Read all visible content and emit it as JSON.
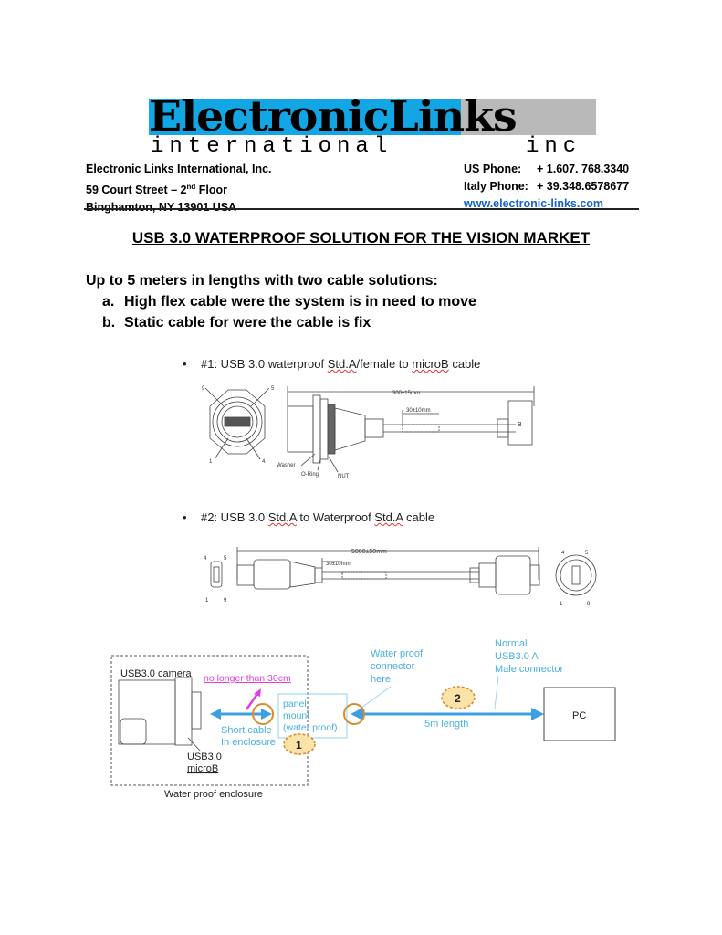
{
  "logo": {
    "word1": "Electronic",
    "word2": "Links",
    "sub": "international",
    "inc": "inc",
    "blue": "#12a6e4",
    "gray": "#b9b9b9"
  },
  "address": {
    "company": "Electronic Links International, Inc.",
    "street_pre": "59 Court Street – 2",
    "street_sup": "nd",
    "street_post": " Floor",
    "city": "Binghamton, NY 13901 USA"
  },
  "contact": {
    "us_label": "US Phone:",
    "us_phone": "+ 1.607. 768.3340",
    "italy_label": "Italy Phone:",
    "italy_phone": "+ 39.348.6578677",
    "website": "www.electronic-links.com"
  },
  "title": "USB 3.0  WATERPROOF SOLUTION FOR THE VISION MARKET",
  "intro": {
    "lead": "Up to 5 meters in lengths with two cable solutions:",
    "items": [
      {
        "marker": "a.",
        "text": "High flex cable were the system is in need to move"
      },
      {
        "marker": "b.",
        "text": "Static  cable for were  the cable is fix"
      }
    ]
  },
  "cable1": {
    "bullet": "•",
    "pre": "#1: USB 3.0 waterproof ",
    "stda": "Std.A",
    "mid": "/female to ",
    "microb": "microB",
    "post": " cable",
    "dim_total": "300±15mm",
    "dim_short": "30±10mm",
    "labels": {
      "washer": "Washer",
      "oring": "O-Ring",
      "nut": "NUT",
      "p9": "9",
      "p5": "5",
      "p1": "1",
      "p4": "4",
      "b": "B"
    }
  },
  "cable2": {
    "bullet": "•",
    "pre": "#2: USB 3.0 ",
    "stda1": "Std.A",
    "mid": " to Waterproof ",
    "stda2": "Std.A",
    "post": " cable",
    "dim_total": "5000±50mm",
    "dim_short": "30±10mm",
    "pins": {
      "p4": "4",
      "p5": "5",
      "p1": "1",
      "p9": "9"
    }
  },
  "diagram": {
    "camera": "USB3.0 camera",
    "limit": "no longer than 30cm",
    "short_cable_1": "Short cable",
    "short_cable_2": "In enclosure",
    "microb_1": "USB3.0",
    "microb_2": "microB",
    "panel_1": "panel",
    "panel_2": "mount",
    "panel_3": "(water proof)",
    "wp_conn_1": "Water proof",
    "wp_conn_2": "connector",
    "wp_conn_3": "here",
    "normal_1": "Normal",
    "normal_2": "USB3.0 A",
    "normal_3": "Male connector",
    "length": "5m length",
    "pc": "PC",
    "badge1": "1",
    "badge2": "2",
    "enclosure": "Water proof enclosure",
    "colors": {
      "cyan": "#4ab0e0",
      "arrow": "#3b9fe0",
      "magenta": "#e040e0",
      "orange": "#d98c2b"
    }
  }
}
